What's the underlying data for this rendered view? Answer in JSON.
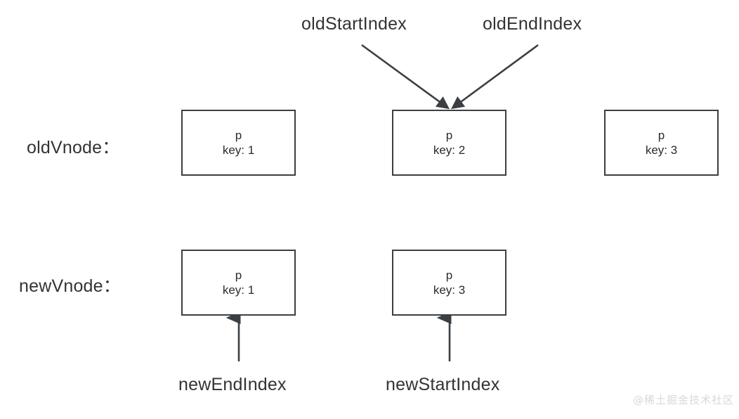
{
  "diagram": {
    "title_row_old": "oldVnode：",
    "title_row_new": "newVnode：",
    "old_row": {
      "label": "oldVnode：",
      "nodes": [
        {
          "tag": "p",
          "key": "key: 1"
        },
        {
          "tag": "p",
          "key": "key: 2"
        },
        {
          "tag": "p",
          "key": "key: 3"
        }
      ]
    },
    "new_row": {
      "label": "newVnode：",
      "nodes": [
        {
          "tag": "p",
          "key": "key: 1"
        },
        {
          "tag": "p",
          "key": "key: 3"
        }
      ]
    },
    "pointers": {
      "old_start_index": "oldStartIndex",
      "old_end_index": "oldEndIndex",
      "new_end_index": "newEndIndex",
      "new_start_index": "newStartIndex"
    },
    "colors": {
      "background": "#ffffff",
      "box_border": "#3a3f44",
      "text": "#2b2b2b",
      "label_text": "#333333",
      "arrow": "#3a3f44",
      "watermark": "#d8d8d8"
    },
    "watermark": "@稀土掘金技术社区"
  }
}
